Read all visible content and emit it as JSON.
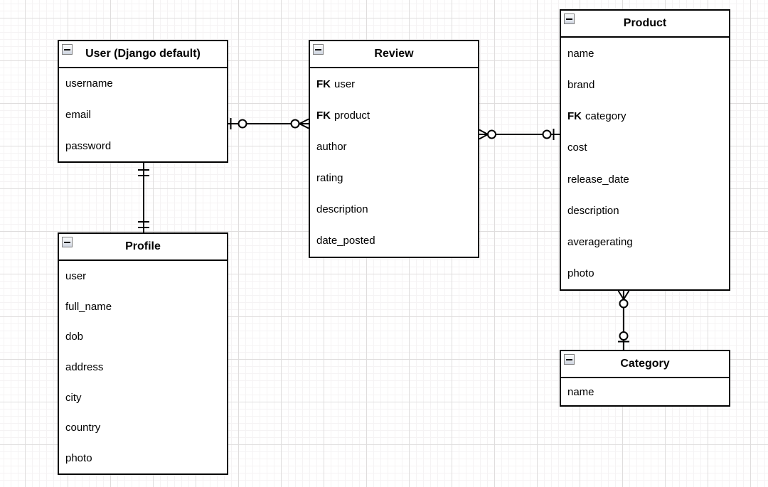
{
  "diagram": {
    "type": "entity-relationship",
    "notation": "crows-foot",
    "canvas_background": "#ffffff",
    "grid_minor_color": "#f5f3f4",
    "grid_major_color": "#dfdddd",
    "line_color": "#000000",
    "table_fill": "#ffffff"
  },
  "tables": {
    "user": {
      "title": "User (Django default)",
      "collapse_icon": "minus",
      "rows": [
        {
          "label": "username"
        },
        {
          "label": "email"
        },
        {
          "label": "password"
        }
      ]
    },
    "review": {
      "title": "Review",
      "collapse_icon": "minus",
      "rows": [
        {
          "prefix": "FK",
          "label": "user"
        },
        {
          "prefix": "FK",
          "label": "product"
        },
        {
          "label": "author"
        },
        {
          "label": "rating"
        },
        {
          "label": "description"
        },
        {
          "label": "date_posted"
        }
      ]
    },
    "product": {
      "title": "Product",
      "collapse_icon": "minus",
      "rows": [
        {
          "label": "name"
        },
        {
          "label": "brand"
        },
        {
          "prefix": "FK",
          "label": "category"
        },
        {
          "label": "cost"
        },
        {
          "label": "release_date"
        },
        {
          "label": "description"
        },
        {
          "label": "averagerating"
        },
        {
          "label": "photo"
        }
      ]
    },
    "profile": {
      "title": "Profile",
      "collapse_icon": "minus",
      "rows": [
        {
          "label": "user"
        },
        {
          "label": "full_name"
        },
        {
          "label": "dob"
        },
        {
          "label": "address"
        },
        {
          "label": "city"
        },
        {
          "label": "country"
        },
        {
          "label": "photo"
        }
      ]
    },
    "category": {
      "title": "Category",
      "collapse_icon": "minus",
      "rows": [
        {
          "label": "name"
        }
      ]
    }
  },
  "relationships": [
    {
      "from": "user",
      "to": "review",
      "from_cardinality": "zero-or-one",
      "to_cardinality": "zero-or-many"
    },
    {
      "from": "review",
      "to": "product",
      "from_cardinality": "zero-or-many",
      "to_cardinality": "zero-or-one"
    },
    {
      "from": "user",
      "to": "profile",
      "from_cardinality": "exactly-one",
      "to_cardinality": "exactly-one"
    },
    {
      "from": "product",
      "to": "category",
      "from_cardinality": "zero-or-many",
      "to_cardinality": "zero-or-one"
    }
  ]
}
